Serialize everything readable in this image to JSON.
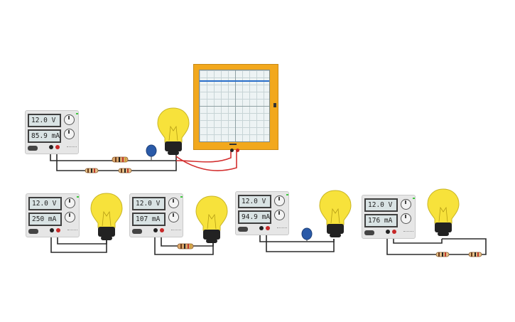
{
  "supplies": [
    {
      "id": "psu-1",
      "voltage": "12.0 V",
      "current": "85.9 mA"
    },
    {
      "id": "psu-2",
      "voltage": "12.0 V",
      "current": "250 mA"
    },
    {
      "id": "psu-3",
      "voltage": "12.0 V",
      "current": "107 mA"
    },
    {
      "id": "psu-4",
      "voltage": "12.0 V",
      "current": "94.9 mA"
    },
    {
      "id": "psu-5",
      "voltage": "12.0 V",
      "current": "176 mA"
    }
  ],
  "colors": {
    "bulb_glass": "#f7e23b",
    "bulb_socket": "#222222",
    "oscilloscope_frame": "#f2a81d",
    "oscilloscope_trace": "#2a6fc9",
    "wire": "#2b2b2b",
    "probe_wire": "#d32f2f",
    "capacitor": "#2a5aa8"
  },
  "icons": [
    "light-bulb-icon",
    "resistor-icon",
    "capacitor-icon",
    "oscilloscope-icon",
    "power-supply-icon"
  ]
}
